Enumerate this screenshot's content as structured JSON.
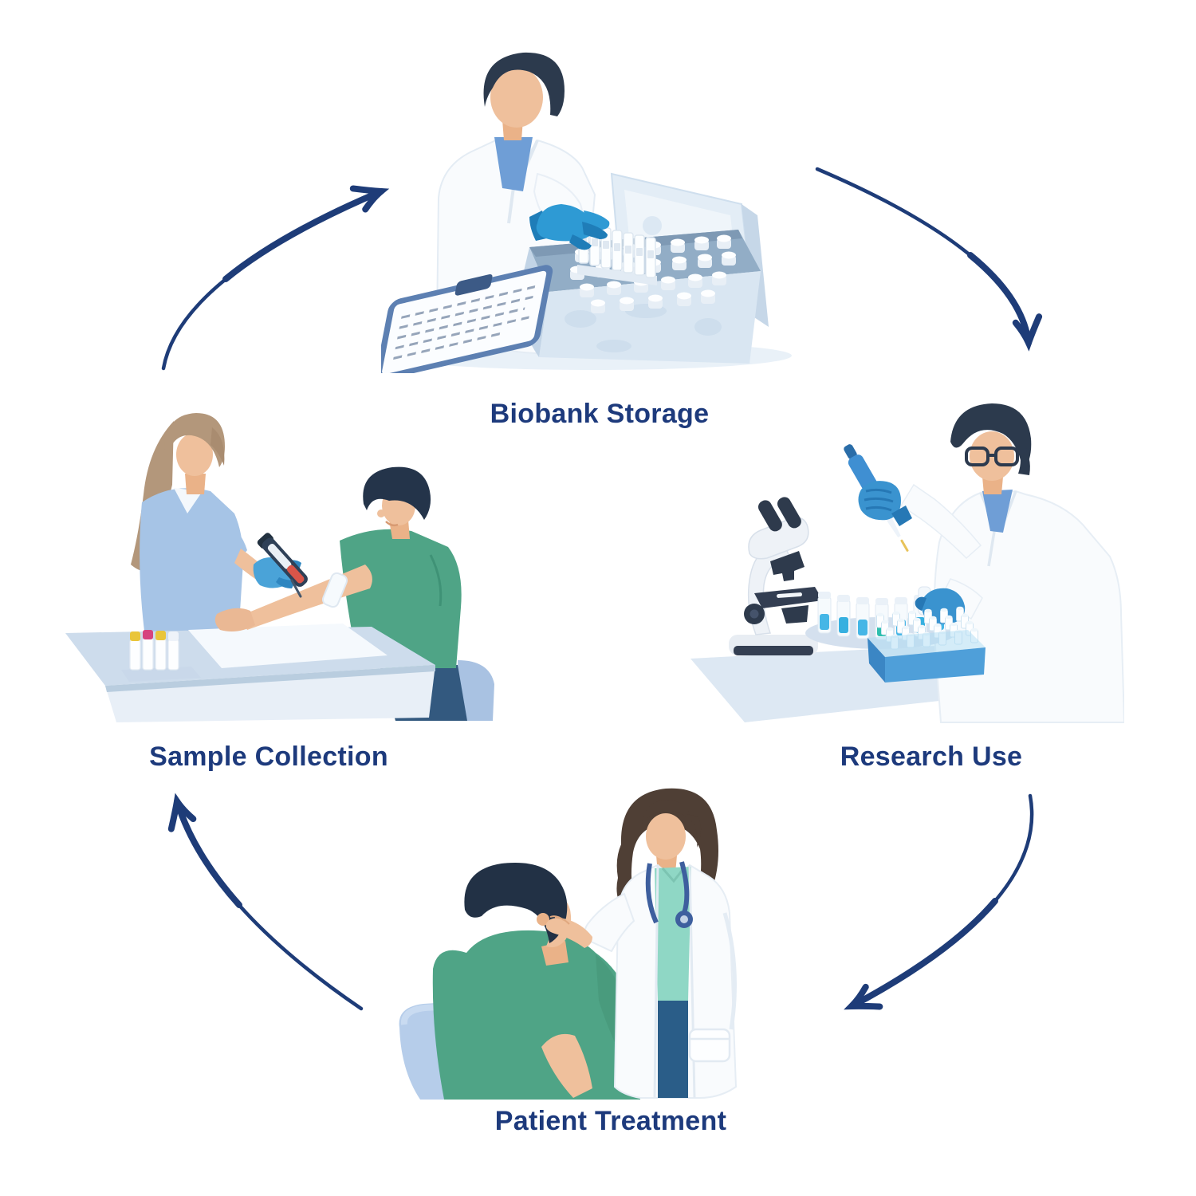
{
  "page": {
    "background": "#ffffff"
  },
  "diagram": {
    "type": "cycle",
    "direction": "clockwise",
    "nodes": [
      {
        "id": "biobank-storage",
        "label": "Biobank Storage",
        "position": "top",
        "depicts": "scientist in white lab coat with blue gloves placing a strip of vials into a frosty cryo storage box beside a clipboard"
      },
      {
        "id": "research-use",
        "label": "Research Use",
        "position": "right",
        "depicts": "researcher with glasses pipetting into a small tube beside a microscope, tray of cyan sample tubes, tube rack and notes"
      },
      {
        "id": "patient-treatment",
        "label": "Patient Treatment",
        "position": "bottom",
        "depicts": "female doctor with stethoscope talking to a patient seated in a blue chair"
      },
      {
        "id": "sample-collection",
        "label": "Sample Collection",
        "position": "left",
        "depicts": "nurse in blue scrubs drawing a blood sample from a seated patient's arm at a table with color-capped vials"
      }
    ],
    "arrows": [
      {
        "from": "sample-collection",
        "to": "biobank-storage"
      },
      {
        "from": "biobank-storage",
        "to": "research-use"
      },
      {
        "from": "research-use",
        "to": "patient-treatment"
      },
      {
        "from": "patient-treatment",
        "to": "sample-collection"
      }
    ],
    "colors": {
      "label_text": "#1d3a7c",
      "arrow": "#1e3c78",
      "lab_coat": "#f9fbfd",
      "glove_blue": "#3a93cf",
      "scrub_blue": "#a6c4e6",
      "scrub_mint": "#8fd7c5",
      "shirt_green": "#4fa486",
      "skin": "#efc09c",
      "dark_hair": "#2c3a4d",
      "table_blue": "#d7e3f0",
      "cyan_liquid": "#45b6e6",
      "frost_box": "#dce8f4",
      "blood_red": "#d95549"
    }
  }
}
